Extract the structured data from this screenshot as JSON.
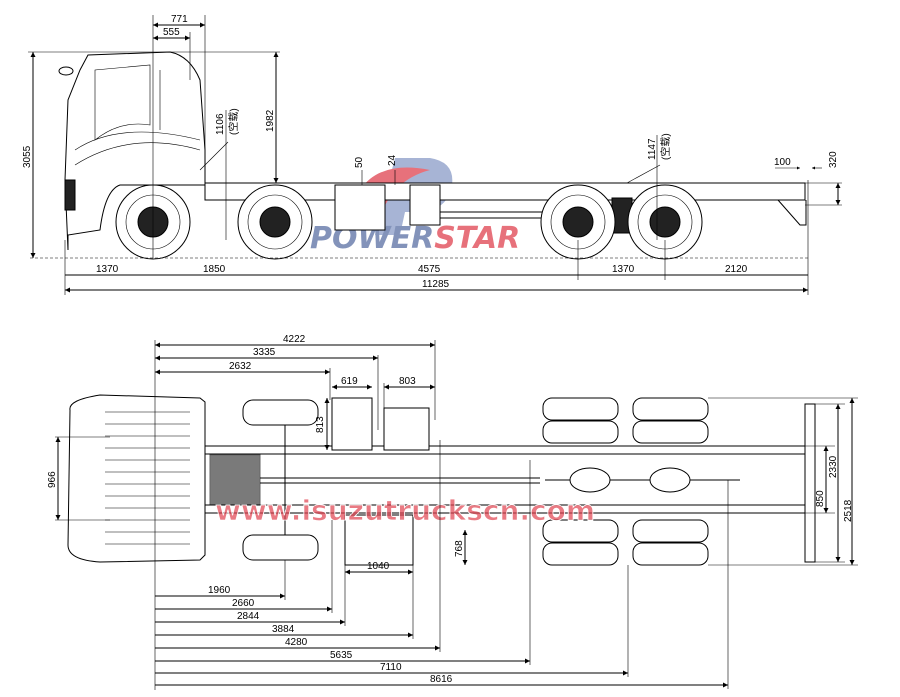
{
  "watermarks": {
    "brand_left": "POWER",
    "brand_right": "STAR",
    "brand_colors": {
      "blue": "#5a6fa3",
      "red": "#e0424f"
    },
    "website": "www.isuzutruckscn.com"
  },
  "side_view": {
    "overall_height": "3055",
    "cab_offset_771": "771",
    "cab_offset_555": "555",
    "cab_to_axle_height": "1982",
    "frame_height_front": "1106",
    "frame_height_rear": "1147",
    "unladen_note": "(空载)",
    "dim_50": "50",
    "dim_24": "24",
    "rear_overhang_step": "100",
    "frame_depth": "320",
    "front_overhang": "1370",
    "wheelbase_1": "1850",
    "wheelbase_2": "4575",
    "rear_axle_spacing": "1370",
    "rear_overhang": "2120",
    "overall_length": "11285"
  },
  "top_view": {
    "top_dims": [
      "4222",
      "3335",
      "2632",
      "619",
      "803"
    ],
    "dim_813": "813",
    "dim_966": "966",
    "dim_768": "768",
    "dim_1040": "1040",
    "bottom_dims": [
      "1960",
      "2660",
      "2844",
      "3884",
      "4280",
      "5635",
      "7110",
      "8616"
    ],
    "frame_width": "850",
    "rear_width_2330": "2330",
    "overall_width": "2518"
  }
}
